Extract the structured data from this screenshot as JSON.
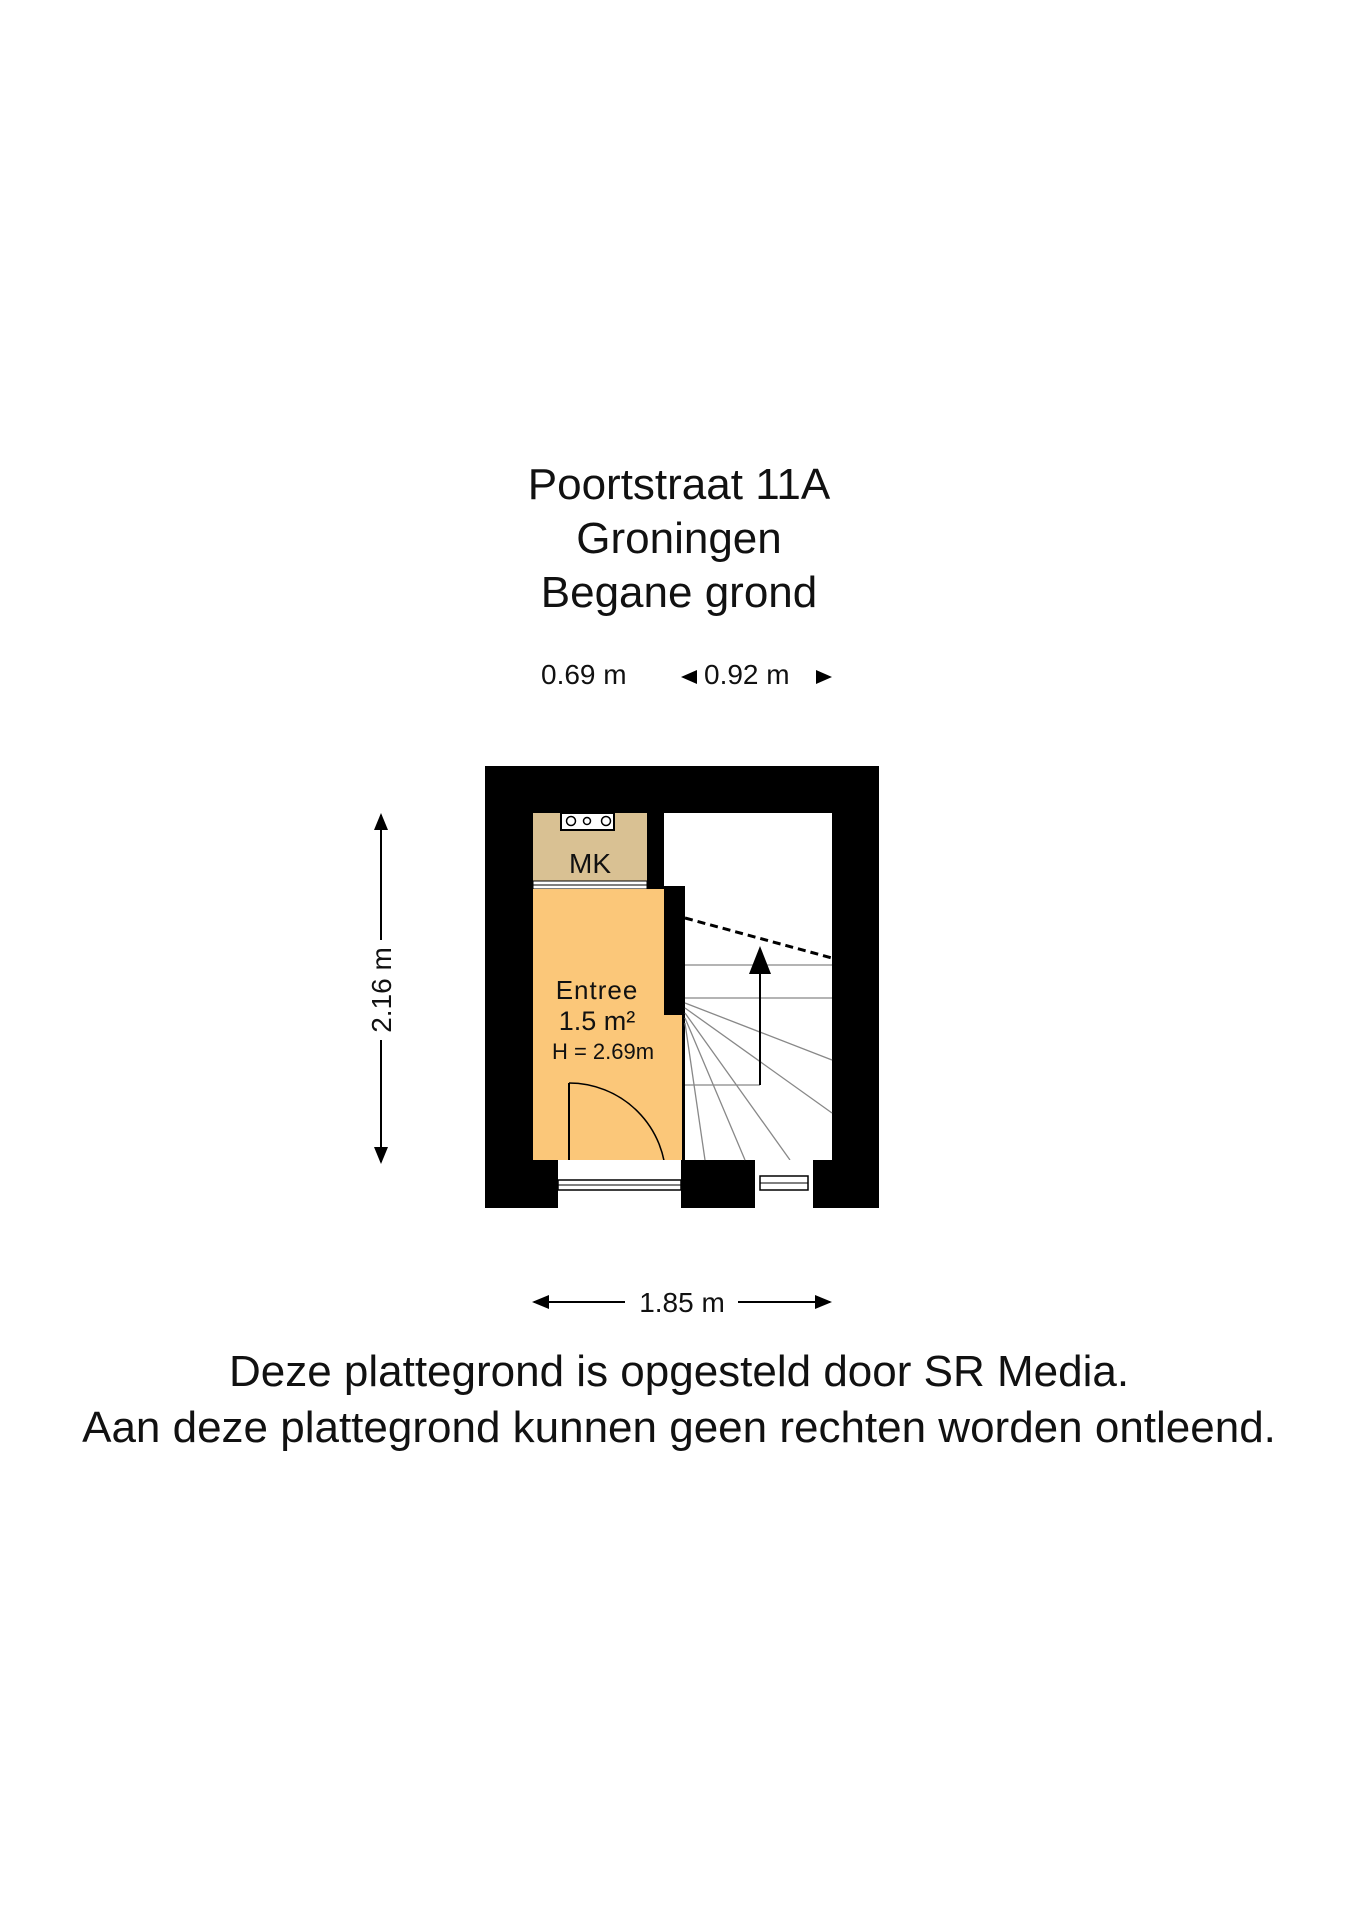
{
  "title": {
    "address": "Poortstraat 11A",
    "city": "Groningen",
    "floor": "Begane grond"
  },
  "dimensions": {
    "top_left": "0.69 m",
    "top_right": "0.92 m",
    "left_vertical": "2.16 m",
    "bottom": "1.85 m"
  },
  "rooms": {
    "mk": {
      "label": "MK"
    },
    "entree": {
      "label": "Entree",
      "area": "1.5 m²",
      "height": "H = 2.69m"
    }
  },
  "footer": {
    "line1": "Deze plattegrond is opgesteld door SR Media.",
    "line2": "Aan deze plattegrond kunnen geen rechten worden ontleend."
  },
  "colors": {
    "wall": "#000000",
    "entree_fill": "#fbc779",
    "mk_fill": "#d9c193",
    "stair_fill": "#ffffff"
  }
}
